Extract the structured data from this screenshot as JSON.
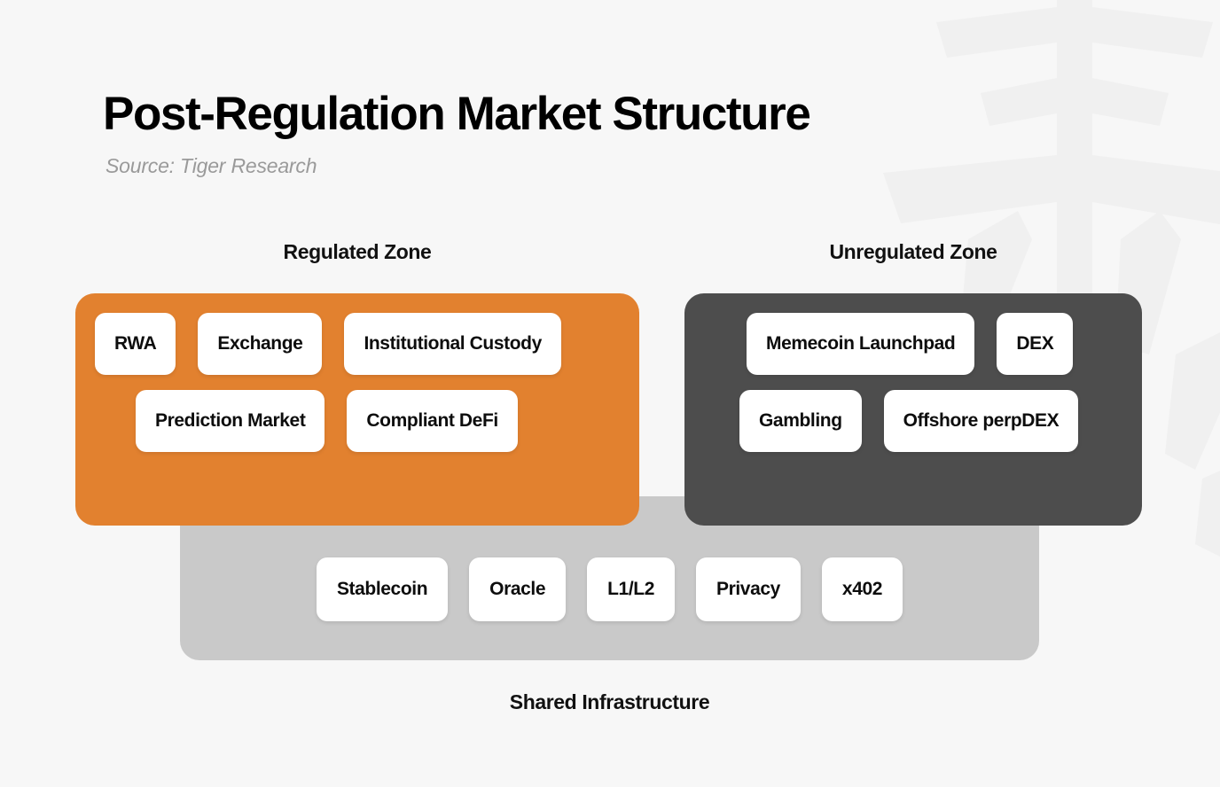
{
  "header": {
    "title": "Post-Regulation Market Structure",
    "subtitle": "Source: Tiger Research"
  },
  "colors": {
    "background": "#f7f7f7",
    "regulated_zone": "#e2812f",
    "unregulated_zone": "#4d4d4d",
    "shared_infrastructure": "#c9c9c9",
    "card": "#ffffff",
    "title_text": "#000000",
    "subtitle_text": "#9a9a9a",
    "watermark": "#f0f0f0"
  },
  "diagram_data": {
    "type": "grouped-block-diagram",
    "title": "Post-Regulation Market Structure",
    "zones": [
      {
        "id": "regulated",
        "label": "Regulated Zone",
        "color": "#e2812f",
        "rows": [
          [
            "RWA",
            "Exchange",
            "Institutional Custody"
          ],
          [
            "Prediction Market",
            "Compliant DeFi"
          ]
        ]
      },
      {
        "id": "unregulated",
        "label": "Unregulated Zone",
        "color": "#4d4d4d",
        "rows": [
          [
            "Memecoin Launchpad",
            "DEX"
          ],
          [
            "Gambling",
            "Offshore perpDEX"
          ]
        ]
      }
    ],
    "shared_layer": {
      "label": "Shared Infrastructure",
      "color": "#c9c9c9",
      "items": [
        "Stablecoin",
        "Oracle",
        "L1/L2",
        "Privacy",
        "x402"
      ]
    }
  },
  "regulated": {
    "label": "Regulated Zone",
    "row1": [
      {
        "label": "RWA"
      },
      {
        "label": "Exchange"
      },
      {
        "label": "Institutional Custody"
      }
    ],
    "row2": [
      {
        "label": "Prediction Market"
      },
      {
        "label": "Compliant DeFi"
      }
    ]
  },
  "unregulated": {
    "label": "Unregulated Zone",
    "row1": [
      {
        "label": "Memecoin Launchpad"
      },
      {
        "label": "DEX"
      }
    ],
    "row2": [
      {
        "label": "Gambling"
      },
      {
        "label": "Offshore perpDEX"
      }
    ]
  },
  "shared": {
    "label": "Shared Infrastructure",
    "items": [
      {
        "label": "Stablecoin"
      },
      {
        "label": "Oracle"
      },
      {
        "label": "L1/L2"
      },
      {
        "label": "Privacy"
      },
      {
        "label": "x402"
      }
    ]
  },
  "watermark": {
    "icon": "tiger-abstract-watermark"
  }
}
